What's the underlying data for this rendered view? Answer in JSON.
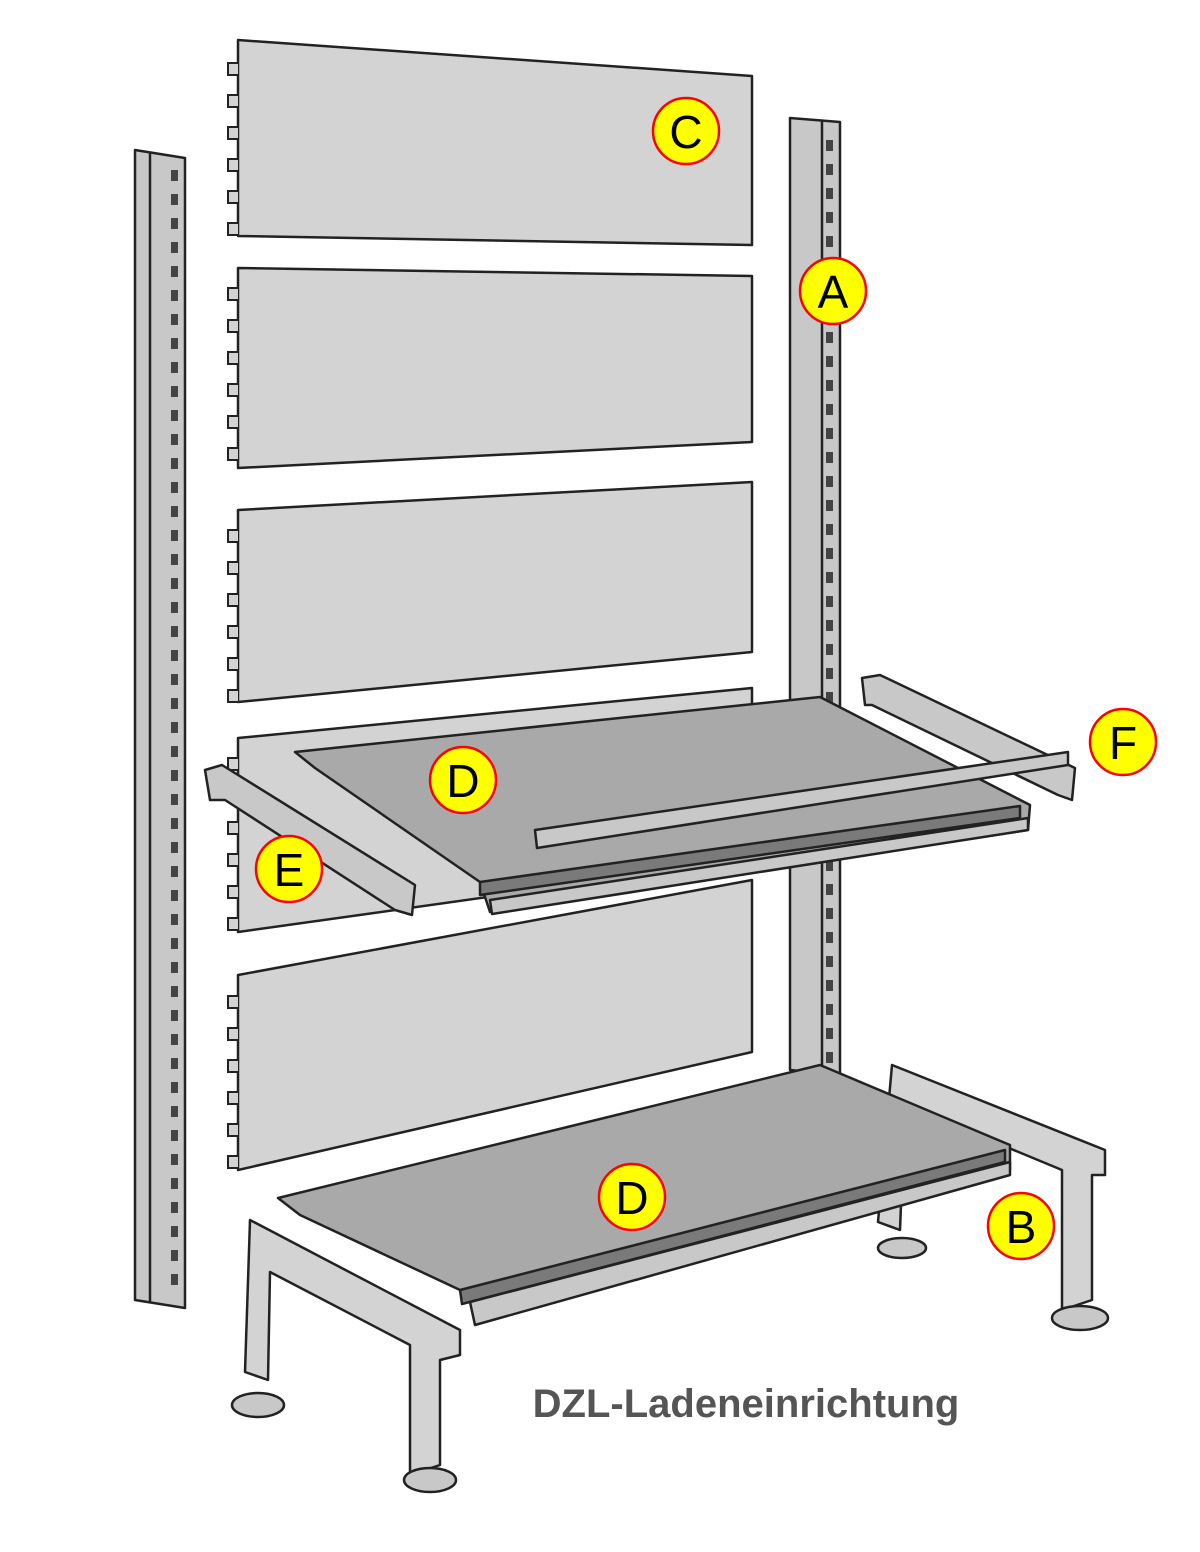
{
  "caption": "DZL-Ladeneinrichtung",
  "colors": {
    "panel": "#d3d3d3",
    "shelf": "#a9a9a9",
    "rail": "#c8c8c8",
    "outline": "#222222",
    "marker_fill": "#ffff00",
    "marker_stroke": "#ff0000",
    "caption": "#555555"
  },
  "markers": {
    "A": "A",
    "B": "B",
    "C": "C",
    "D_upper": "D",
    "D_lower": "D",
    "E": "E",
    "F": "F"
  }
}
